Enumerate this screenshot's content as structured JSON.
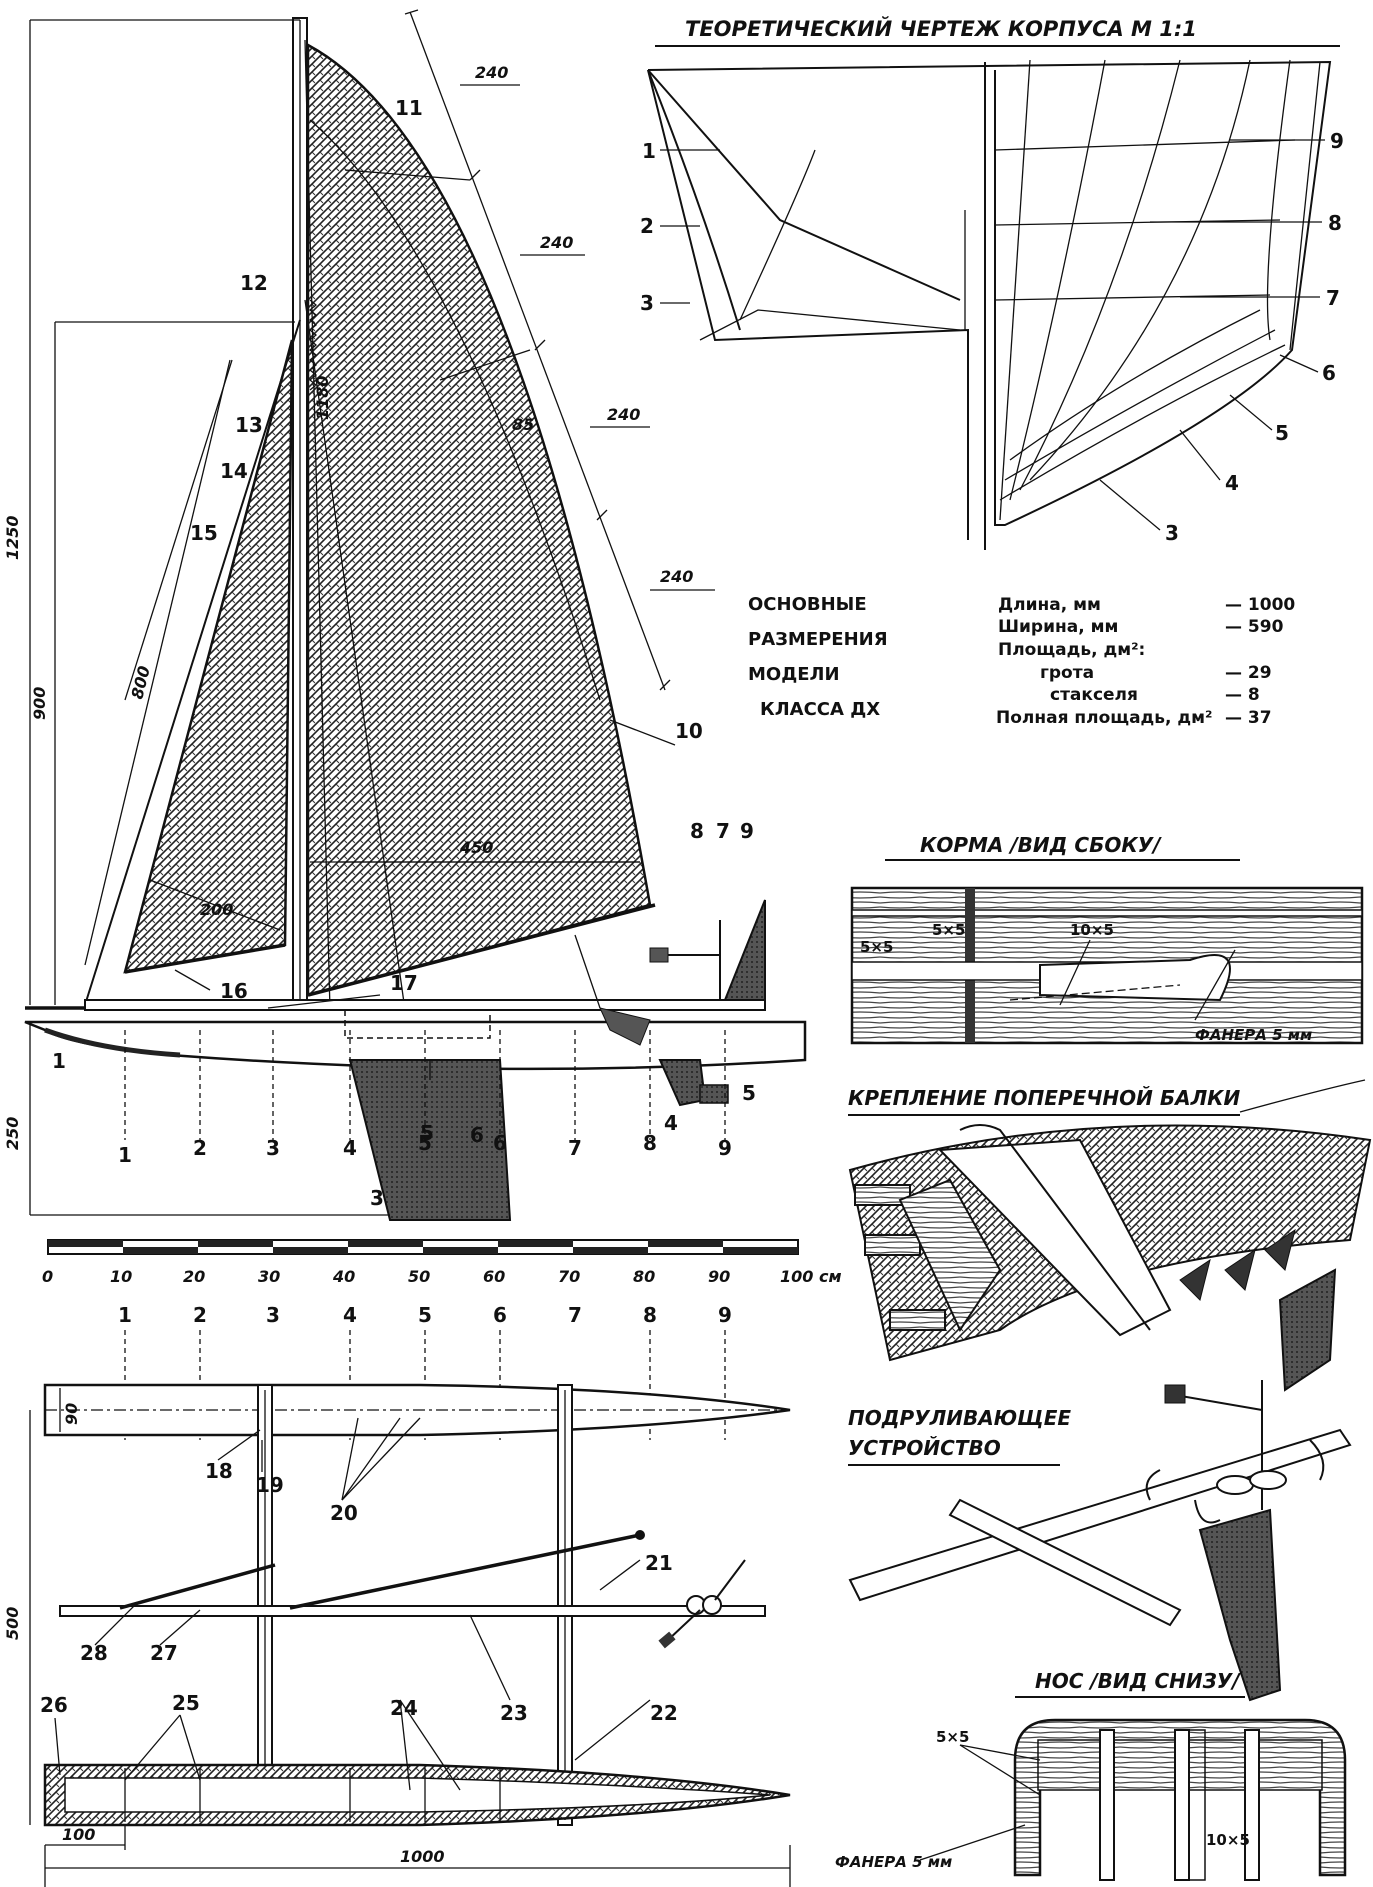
{
  "titles": {
    "theoretical": "ТЕОРЕТИЧЕСКИЙ ЧЕРТЕЖ КОРПУСА М 1:1",
    "stern": "КОРМА /ВИД СБОКУ/",
    "beam": "КРЕПЛЕНИЕ ПОПЕРЕЧНОЙ БАЛКИ",
    "steering_line1": "ПОДРУЛИВАЮЩЕЕ",
    "steering_line2": "УСТРОЙСТВО",
    "bow": "НОС /ВИД СНИЗУ/"
  },
  "specs": {
    "heading": [
      "ОСНОВНЫЕ",
      "РАЗМЕРЕНИЯ",
      "МОДЕЛИ",
      "КЛАССА ДХ"
    ],
    "rows": [
      {
        "label": "Длина, мм",
        "value": "— 1000"
      },
      {
        "label": "Ширина, мм",
        "value": "— 590"
      },
      {
        "label": "Площадь, дм²:",
        "value": ""
      },
      {
        "label": "грота",
        "value": "— 29"
      },
      {
        "label": "стакселя",
        "value": "— 8"
      },
      {
        "label": "Полная площадь, дм²",
        "value": "— 37"
      }
    ]
  },
  "dimensions": {
    "overall_height": "1250",
    "boom_height": "900",
    "mast_height": "1180",
    "jib_luff": "800",
    "jib_foot": "200",
    "main_foot": "450",
    "main_batten": "85",
    "leech_segments": [
      "240",
      "240",
      "240",
      "240"
    ],
    "hull_depth": "250",
    "plan_width": "500",
    "hull_beam": "90",
    "hull_length": "1000",
    "bow_offset": "100"
  },
  "scale_bar": {
    "labels": [
      "0",
      "10",
      "20",
      "30",
      "40",
      "50",
      "60",
      "70",
      "80",
      "90"
    ],
    "last_label": "100 см"
  },
  "stations": [
    "1",
    "2",
    "3",
    "4",
    "5",
    "6",
    "7",
    "8",
    "9"
  ],
  "body_plan_labels": {
    "left": [
      "1",
      "2",
      "3"
    ],
    "right": [
      "9",
      "8",
      "7",
      "6",
      "5",
      "4",
      "3"
    ]
  },
  "side_callouts": [
    "1",
    "3",
    "4",
    "5",
    "5",
    "6",
    "7",
    "8",
    "9",
    "10",
    "11",
    "12",
    "13",
    "14",
    "15",
    "16",
    "17"
  ],
  "plan_callouts": [
    "18",
    "19",
    "20",
    "21",
    "22",
    "23",
    "24",
    "25",
    "26",
    "27",
    "28"
  ],
  "stern_labels": {
    "a": "5×5",
    "b": "10×5",
    "c": "5×5",
    "plywood": "ФАНЕРА 5 мм"
  },
  "bow_labels": {
    "a": "5×5",
    "b": "10×5",
    "plywood": "ФАНЕРА 5 мм"
  }
}
